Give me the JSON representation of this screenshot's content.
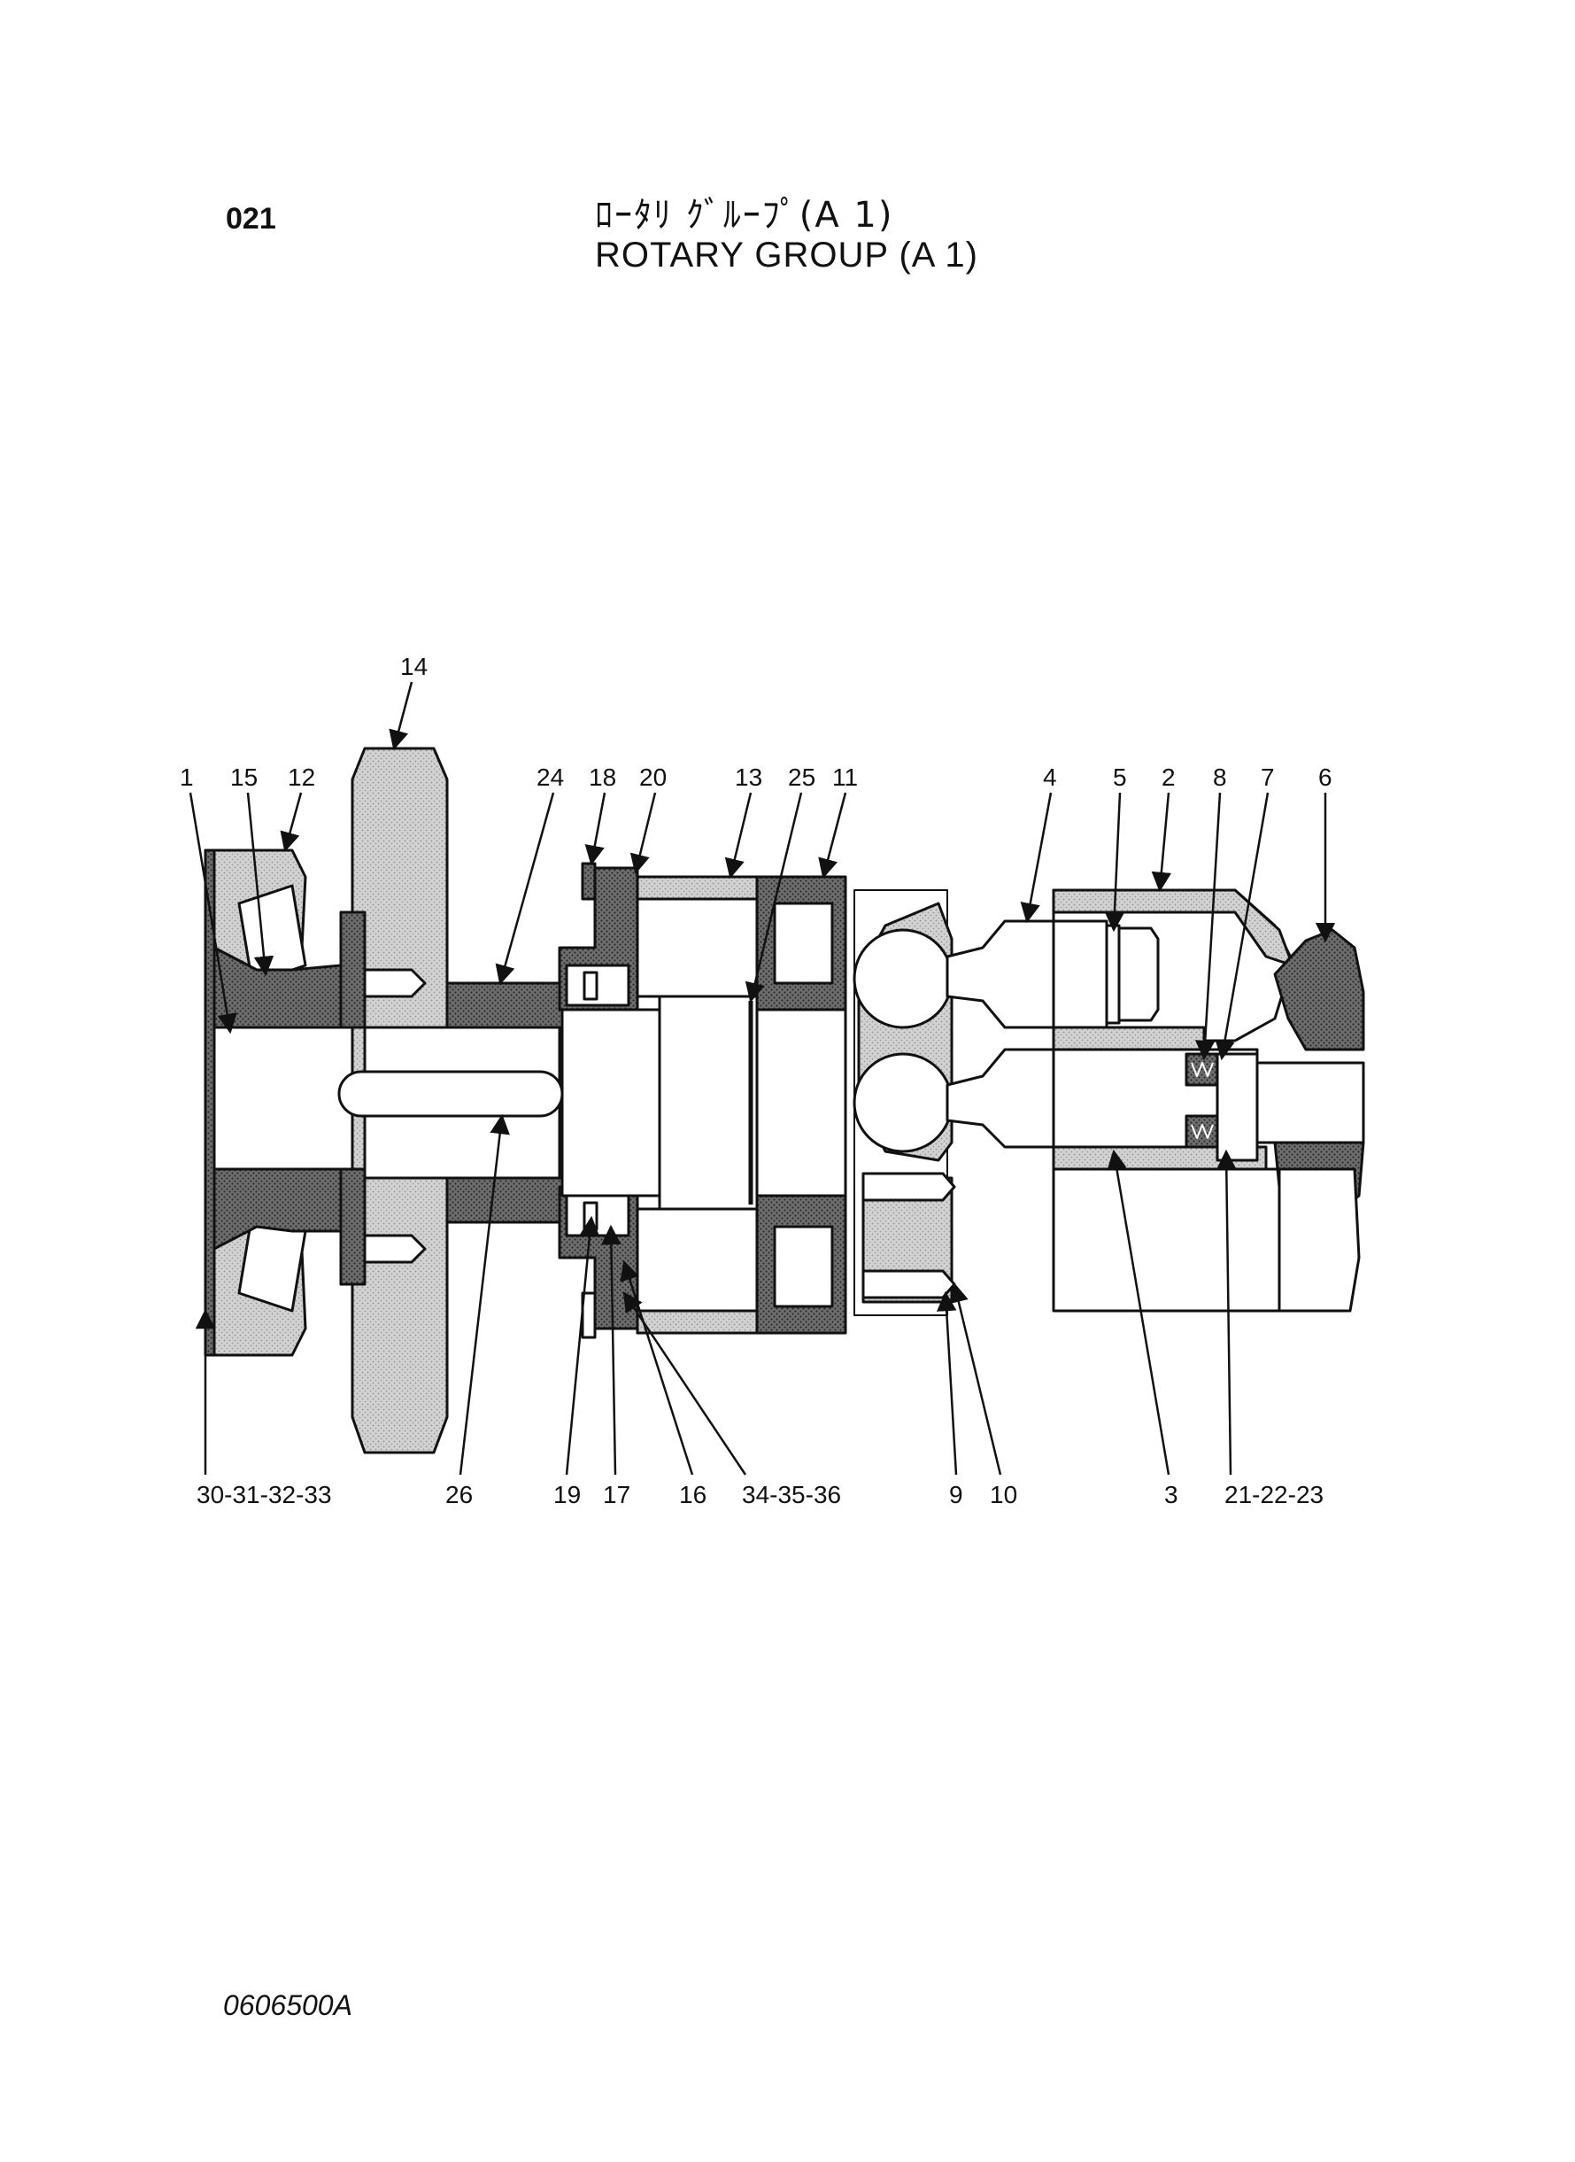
{
  "header": {
    "page_number": "021",
    "title_jp": "ﾛｰﾀﾘ ｸﾞﾙｰﾌﾟ(A 1)",
    "title_en": "ROTARY GROUP (A 1)"
  },
  "footer": {
    "drawing_number": "0606500A"
  },
  "callouts_top": {
    "c14": "14",
    "c1": "1",
    "c15": "15",
    "c12": "12",
    "c24": "24",
    "c18": "18",
    "c20": "20",
    "c13": "13",
    "c25": "25",
    "c11": "11",
    "c4": "4",
    "c5": "5",
    "c2": "2",
    "c8": "8",
    "c7": "7",
    "c6": "6"
  },
  "callouts_bottom": {
    "c30_33": "30-31-32-33",
    "c26": "26",
    "c19": "19",
    "c17": "17",
    "c16": "16",
    "c34_36": "34-35-36",
    "c9": "9",
    "c10": "10",
    "c3": "3",
    "c21_23": "21-22-23"
  }
}
